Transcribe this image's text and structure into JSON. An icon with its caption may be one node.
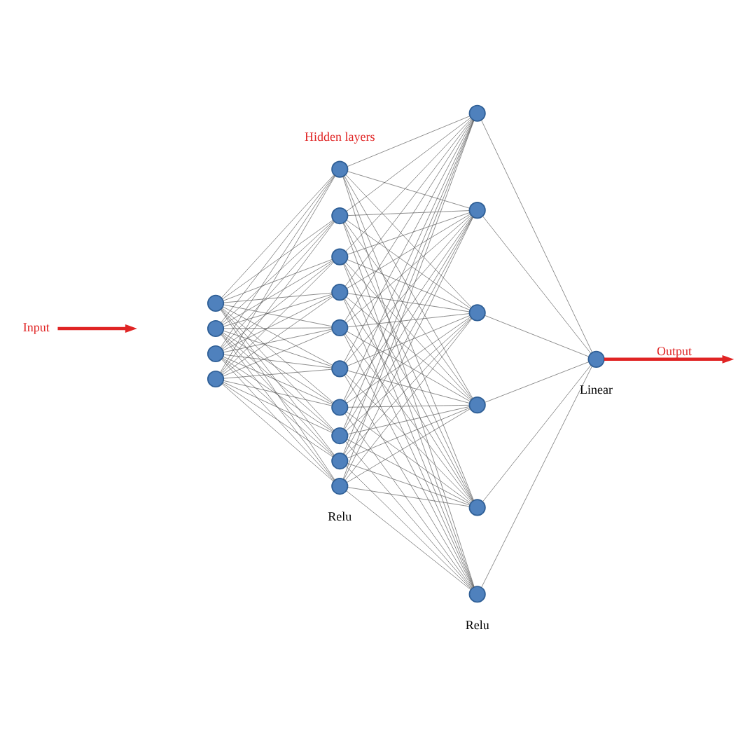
{
  "diagram": {
    "nodes": [
      {
        "text": [],
        "shape": "circle"
      },
      {
        "text": [],
        "shape": "circle"
      },
      {
        "text": [],
        "shape": "circle"
      },
      {
        "text": [],
        "shape": "circle"
      },
      {
        "text": [],
        "shape": "circle"
      },
      {
        "text": [],
        "shape": "circle"
      },
      {
        "text": [],
        "shape": "circle"
      },
      {
        "text": [],
        "shape": "circle"
      },
      {
        "text": [],
        "shape": "circle"
      },
      {
        "text": [],
        "shape": "circle"
      },
      {
        "text": [],
        "shape": "circle"
      },
      {
        "text": [],
        "shape": "circle"
      },
      {
        "text": [],
        "shape": "circle"
      },
      {
        "text": [],
        "shape": "circle"
      },
      {
        "text": [],
        "shape": "circle"
      },
      {
        "text": [],
        "shape": "circle"
      },
      {
        "text": [],
        "shape": "circle"
      },
      {
        "text": [],
        "shape": "circle"
      },
      {
        "text": [],
        "shape": "circle"
      },
      {
        "text": [],
        "shape": "circle"
      },
      {
        "text": [],
        "shape": "circle"
      },
      {
        "text": [
          "Input"
        ]
      }
    ],
    "edges": [
      {
        "from": 21,
        "to": null,
        "arrow": "to",
        "style": "thick",
        "color": "#e02424"
      },
      {
        "from": 0,
        "to": 4,
        "arrow": "none"
      },
      {
        "from": 0,
        "to": 5,
        "arrow": "none"
      },
      {
        "from": 0,
        "to": 6,
        "arrow": "none"
      },
      {
        "from": 0,
        "to": 7,
        "arrow": "none"
      },
      {
        "from": 0,
        "to": 8,
        "arrow": "none"
      },
      {
        "from": 0,
        "to": 9,
        "arrow": "none"
      },
      {
        "from": 0,
        "to": 10,
        "arrow": "none"
      },
      {
        "from": 0,
        "to": 11,
        "arrow": "none"
      },
      {
        "from": 0,
        "to": 12,
        "arrow": "none"
      },
      {
        "from": 0,
        "to": 13,
        "arrow": "none"
      },
      {
        "from": 1,
        "to": 4,
        "arrow": "none"
      },
      {
        "from": 1,
        "to": 5,
        "arrow": "none"
      },
      {
        "from": 1,
        "to": 6,
        "arrow": "none"
      },
      {
        "from": 1,
        "to": 7,
        "arrow": "none"
      },
      {
        "from": 1,
        "to": 8,
        "arrow": "none"
      },
      {
        "from": 1,
        "to": 9,
        "arrow": "none"
      },
      {
        "from": 1,
        "to": 10,
        "arrow": "none"
      },
      {
        "from": 1,
        "to": 11,
        "arrow": "none"
      },
      {
        "from": 1,
        "to": 12,
        "arrow": "none"
      },
      {
        "from": 1,
        "to": 13,
        "arrow": "none"
      },
      {
        "from": 2,
        "to": 4,
        "arrow": "none"
      },
      {
        "from": 2,
        "to": 5,
        "arrow": "none"
      },
      {
        "from": 2,
        "to": 6,
        "arrow": "none"
      },
      {
        "from": 2,
        "to": 7,
        "arrow": "none"
      },
      {
        "from": 2,
        "to": 8,
        "arrow": "none"
      },
      {
        "from": 2,
        "to": 9,
        "arrow": "none"
      },
      {
        "from": 2,
        "to": 10,
        "arrow": "none"
      },
      {
        "from": 2,
        "to": 11,
        "arrow": "none"
      },
      {
        "from": 2,
        "to": 12,
        "arrow": "none"
      },
      {
        "from": 2,
        "to": 13,
        "arrow": "none"
      },
      {
        "from": 3,
        "to": 4,
        "arrow": "none"
      },
      {
        "from": 3,
        "to": 5,
        "arrow": "none"
      },
      {
        "from": 3,
        "to": 6,
        "arrow": "none"
      },
      {
        "from": 3,
        "to": 7,
        "arrow": "none"
      },
      {
        "from": 3,
        "to": 8,
        "arrow": "none"
      },
      {
        "from": 3,
        "to": 9,
        "arrow": "none"
      },
      {
        "from": 3,
        "to": 10,
        "arrow": "none"
      },
      {
        "from": 3,
        "to": 11,
        "arrow": "none"
      },
      {
        "from": 3,
        "to": 12,
        "arrow": "none"
      },
      {
        "from": 3,
        "to": 13,
        "arrow": "none"
      },
      {
        "from": 4,
        "to": 14,
        "arrow": "none"
      },
      {
        "from": 4,
        "to": 15,
        "arrow": "none"
      },
      {
        "from": 4,
        "to": 16,
        "arrow": "none"
      },
      {
        "from": 4,
        "to": 17,
        "arrow": "none"
      },
      {
        "from": 4,
        "to": 18,
        "arrow": "none"
      },
      {
        "from": 4,
        "to": 19,
        "arrow": "none"
      },
      {
        "from": 5,
        "to": 14,
        "arrow": "none"
      },
      {
        "from": 5,
        "to": 15,
        "arrow": "none"
      },
      {
        "from": 5,
        "to": 16,
        "arrow": "none"
      },
      {
        "from": 5,
        "to": 17,
        "arrow": "none"
      },
      {
        "from": 5,
        "to": 18,
        "arrow": "none"
      },
      {
        "from": 5,
        "to": 19,
        "arrow": "none"
      },
      {
        "from": 6,
        "to": 14,
        "arrow": "none"
      },
      {
        "from": 6,
        "to": 15,
        "arrow": "none"
      },
      {
        "from": 6,
        "to": 16,
        "arrow": "none"
      },
      {
        "from": 6,
        "to": 17,
        "arrow": "none"
      },
      {
        "from": 6,
        "to": 18,
        "arrow": "none"
      },
      {
        "from": 6,
        "to": 19,
        "arrow": "none"
      },
      {
        "from": 7,
        "to": 14,
        "arrow": "none"
      },
      {
        "from": 7,
        "to": 15,
        "arrow": "none"
      },
      {
        "from": 7,
        "to": 16,
        "arrow": "none"
      },
      {
        "from": 7,
        "to": 17,
        "arrow": "none"
      },
      {
        "from": 7,
        "to": 18,
        "arrow": "none"
      },
      {
        "from": 7,
        "to": 19,
        "arrow": "none"
      },
      {
        "from": 8,
        "to": 14,
        "arrow": "none"
      },
      {
        "from": 8,
        "to": 15,
        "arrow": "none"
      },
      {
        "from": 8,
        "to": 16,
        "arrow": "none"
      },
      {
        "from": 8,
        "to": 17,
        "arrow": "none"
      },
      {
        "from": 8,
        "to": 18,
        "arrow": "none"
      },
      {
        "from": 8,
        "to": 19,
        "arrow": "none"
      },
      {
        "from": 9,
        "to": 14,
        "arrow": "none"
      },
      {
        "from": 9,
        "to": 15,
        "arrow": "none"
      },
      {
        "from": 9,
        "to": 16,
        "arrow": "none"
      },
      {
        "from": 9,
        "to": 17,
        "arrow": "none"
      },
      {
        "from": 9,
        "to": 18,
        "arrow": "none"
      },
      {
        "from": 9,
        "to": 19,
        "arrow": "none"
      },
      {
        "from": 10,
        "to": 14,
        "arrow": "none"
      },
      {
        "from": 10,
        "to": 15,
        "arrow": "none"
      },
      {
        "from": 10,
        "to": 16,
        "arrow": "none"
      },
      {
        "from": 10,
        "to": 17,
        "arrow": "none"
      },
      {
        "from": 10,
        "to": 18,
        "arrow": "none"
      },
      {
        "from": 10,
        "to": 19,
        "arrow": "none"
      },
      {
        "from": 11,
        "to": 14,
        "arrow": "none"
      },
      {
        "from": 11,
        "to": 15,
        "arrow": "none"
      },
      {
        "from": 11,
        "to": 16,
        "arrow": "none"
      },
      {
        "from": 11,
        "to": 17,
        "arrow": "none"
      },
      {
        "from": 11,
        "to": 18,
        "arrow": "none"
      },
      {
        "from": 11,
        "to": 19,
        "arrow": "none"
      },
      {
        "from": 12,
        "to": 14,
        "arrow": "none"
      },
      {
        "from": 12,
        "to": 15,
        "arrow": "none"
      },
      {
        "from": 12,
        "to": 16,
        "arrow": "none"
      },
      {
        "from": 12,
        "to": 17,
        "arrow": "none"
      },
      {
        "from": 12,
        "to": 18,
        "arrow": "none"
      },
      {
        "from": 12,
        "to": 19,
        "arrow": "none"
      },
      {
        "from": 13,
        "to": 14,
        "arrow": "none"
      },
      {
        "from": 13,
        "to": 15,
        "arrow": "none"
      },
      {
        "from": 13,
        "to": 16,
        "arrow": "none"
      },
      {
        "from": 13,
        "to": 17,
        "arrow": "none"
      },
      {
        "from": 13,
        "to": 18,
        "arrow": "none"
      },
      {
        "from": 13,
        "to": 19,
        "arrow": "none"
      },
      {
        "from": 14,
        "to": 20,
        "arrow": "none"
      },
      {
        "from": 15,
        "to": 20,
        "arrow": "none"
      },
      {
        "from": 16,
        "to": 20,
        "arrow": "none"
      },
      {
        "from": 17,
        "to": 20,
        "arrow": "none"
      },
      {
        "from": 18,
        "to": 20,
        "arrow": "none"
      },
      {
        "from": 19,
        "to": 20,
        "arrow": "none"
      },
      {
        "from": 20,
        "to": null,
        "arrow": "to",
        "label": "Output",
        "style": "thick",
        "color": "#e02424"
      }
    ],
    "labels": [
      "Hidden layers",
      "Relu",
      "Relu",
      "Linear"
    ]
  }
}
